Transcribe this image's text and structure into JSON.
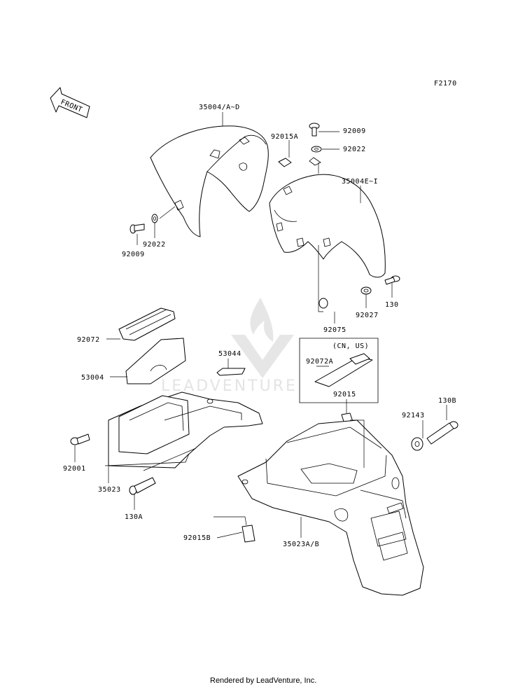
{
  "figure_code": "F2170",
  "front_marker": "FRONT",
  "watermark": "LEADVENTURE",
  "footer": "Rendered by LeadVenture, Inc.",
  "region_note": "(CN, US)",
  "labels": {
    "p35004ad": "35004/A~D",
    "p92015a": "92015A",
    "p92009_top": "92009",
    "p92022_top": "92022",
    "p35004ei": "35004E~I",
    "p92009_left": "92009",
    "p92022_left": "92022",
    "p130": "130",
    "p92027": "92027",
    "p92075": "92075",
    "p92072": "92072",
    "p53044": "53044",
    "p92072a": "92072A",
    "p53004": "53004",
    "p92015": "92015",
    "p130b": "130B",
    "p92143": "92143",
    "p92001": "92001",
    "p35023": "35023",
    "p130a": "130A",
    "p92015b": "92015B",
    "p35023ab": "35023A/B"
  }
}
